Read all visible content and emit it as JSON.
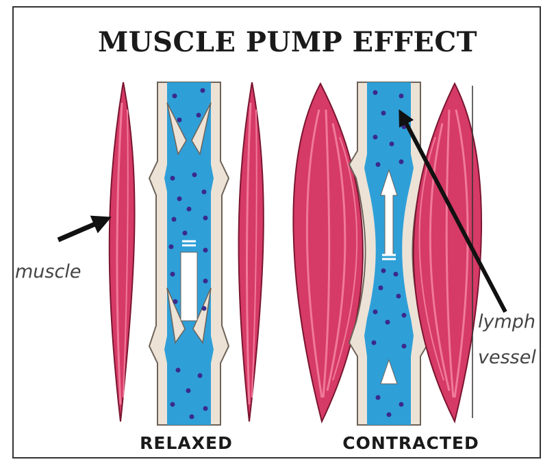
{
  "title": "MUSCLE PUMP EFFECT",
  "labels": {
    "relaxed": "RELAXED",
    "contracted": "CONTRACTED",
    "muscle": "muscle",
    "lymph_line1": "lymph",
    "lymph_line2": "vessel"
  },
  "colors": {
    "muscle": "#d63a66",
    "muscle_stripe": "#f07a9a",
    "muscle_outline": "#7a1530",
    "vessel_wall": "#ece3d6",
    "vessel_outline": "#6d6258",
    "lymph_fluid": "#2f9fd8",
    "lymph_cells": "#3a2a8a",
    "arrow": "#111111",
    "border": "#333333"
  },
  "icons": {
    "muscle_arrow": "arrow-right-icon",
    "lymph_arrow": "arrow-up-left-icon"
  }
}
